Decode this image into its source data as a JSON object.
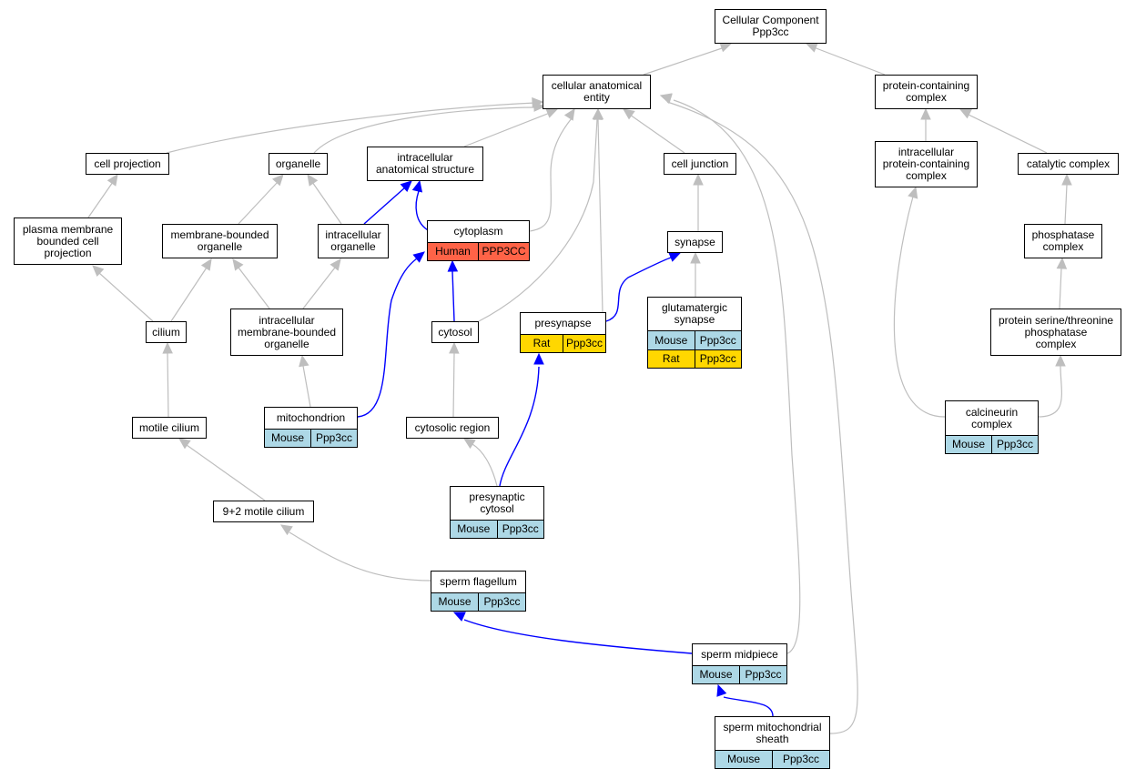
{
  "colors": {
    "mouse": "#add8e6",
    "rat": "#ffd700",
    "human": "#ff6347",
    "grey_edge": "#bebebe",
    "blue_edge": "#0000ff"
  },
  "nodes": {
    "root": {
      "label": "Cellular Component\nPpp3cc"
    },
    "cae": {
      "label": "cellular anatomical\nentity"
    },
    "pcc": {
      "label": "protein-containing\ncomplex"
    },
    "cellproj": {
      "label": "cell projection"
    },
    "organelle": {
      "label": "organelle"
    },
    "ias": {
      "label": "intracellular\nanatomical structure"
    },
    "celljunction": {
      "label": "cell junction"
    },
    "ipcc": {
      "label": "intracellular\nprotein-containing\ncomplex"
    },
    "catalytic": {
      "label": "catalytic complex"
    },
    "pmbcp": {
      "label": "plasma membrane\nbounded cell\nprojection"
    },
    "mbo": {
      "label": "membrane-bounded\norganelle"
    },
    "io": {
      "label": "intracellular\norganelle"
    },
    "cytoplasm": {
      "label": "cytoplasm",
      "rows": [
        [
          "Human",
          "PPP3CC"
        ]
      ]
    },
    "synapse": {
      "label": "synapse"
    },
    "phosphatase": {
      "label": "phosphatase\ncomplex"
    },
    "cilium": {
      "label": "cilium"
    },
    "imbo": {
      "label": "intracellular\nmembrane-bounded\norganelle"
    },
    "cytosol": {
      "label": "cytosol"
    },
    "presynapse": {
      "label": "presynapse",
      "rows": [
        [
          "Rat",
          "Ppp3cc"
        ]
      ]
    },
    "glut": {
      "label": "glutamatergic\nsynapse",
      "rows": [
        [
          "Mouse",
          "Ppp3cc"
        ],
        [
          "Rat",
          "Ppp3cc"
        ]
      ]
    },
    "pstp": {
      "label": "protein serine/threonine\nphosphatase\ncomplex"
    },
    "mito": {
      "label": "mitochondrion",
      "rows": [
        [
          "Mouse",
          "Ppp3cc"
        ]
      ]
    },
    "calcineurin": {
      "label": "calcineurin\ncomplex",
      "rows": [
        [
          "Mouse",
          "Ppp3cc"
        ]
      ]
    },
    "motile": {
      "label": "motile cilium"
    },
    "cytoreg": {
      "label": "cytosolic region"
    },
    "precyto": {
      "label": "presynaptic\ncytosol",
      "rows": [
        [
          "Mouse",
          "Ppp3cc"
        ]
      ]
    },
    "ninetwo": {
      "label": "9+2 motile cilium"
    },
    "flagellum": {
      "label": "sperm flagellum",
      "rows": [
        [
          "Mouse",
          "Ppp3cc"
        ]
      ]
    },
    "midpiece": {
      "label": "sperm midpiece",
      "rows": [
        [
          "Mouse",
          "Ppp3cc"
        ]
      ]
    },
    "sheath": {
      "label": "sperm mitochondrial\nsheath",
      "rows": [
        [
          "Mouse",
          "Ppp3cc"
        ]
      ]
    }
  }
}
